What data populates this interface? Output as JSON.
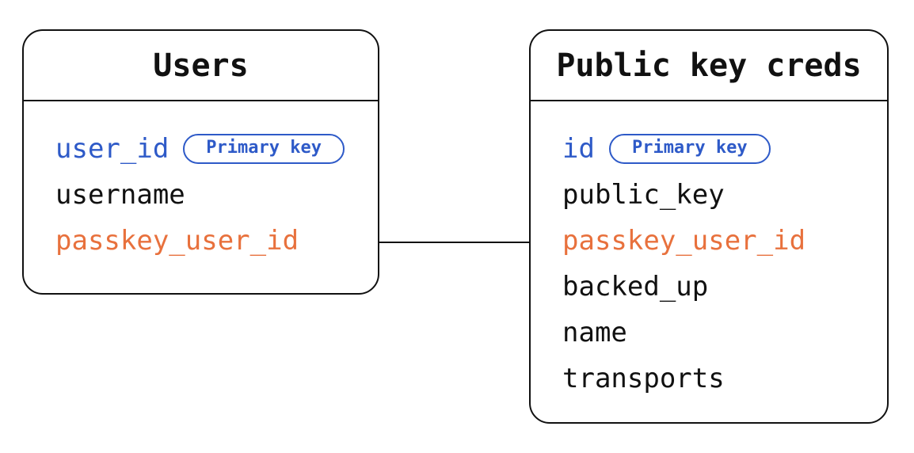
{
  "colors": {
    "background": "#ffffff",
    "stroke": "#111111",
    "blue": "#2e5ac8",
    "orange": "#e8713d"
  },
  "tables": [
    {
      "title": "Users",
      "fields": [
        {
          "name": "user_id",
          "emphasis": "blue",
          "badge": "Primary key"
        },
        {
          "name": "username",
          "emphasis": "default"
        },
        {
          "name": "passkey_user_id",
          "emphasis": "orange"
        }
      ]
    },
    {
      "title": "Public key creds",
      "fields": [
        {
          "name": "id",
          "emphasis": "blue",
          "badge": "Primary key"
        },
        {
          "name": "public_key",
          "emphasis": "default"
        },
        {
          "name": "passkey_user_id",
          "emphasis": "orange"
        },
        {
          "name": "backed_up",
          "emphasis": "default"
        },
        {
          "name": "name",
          "emphasis": "default"
        },
        {
          "name": "transports",
          "emphasis": "default"
        }
      ]
    }
  ],
  "relationship": {
    "from_table": "Users",
    "from_field": "passkey_user_id",
    "to_table": "Public key creds",
    "to_field": "passkey_user_id"
  }
}
